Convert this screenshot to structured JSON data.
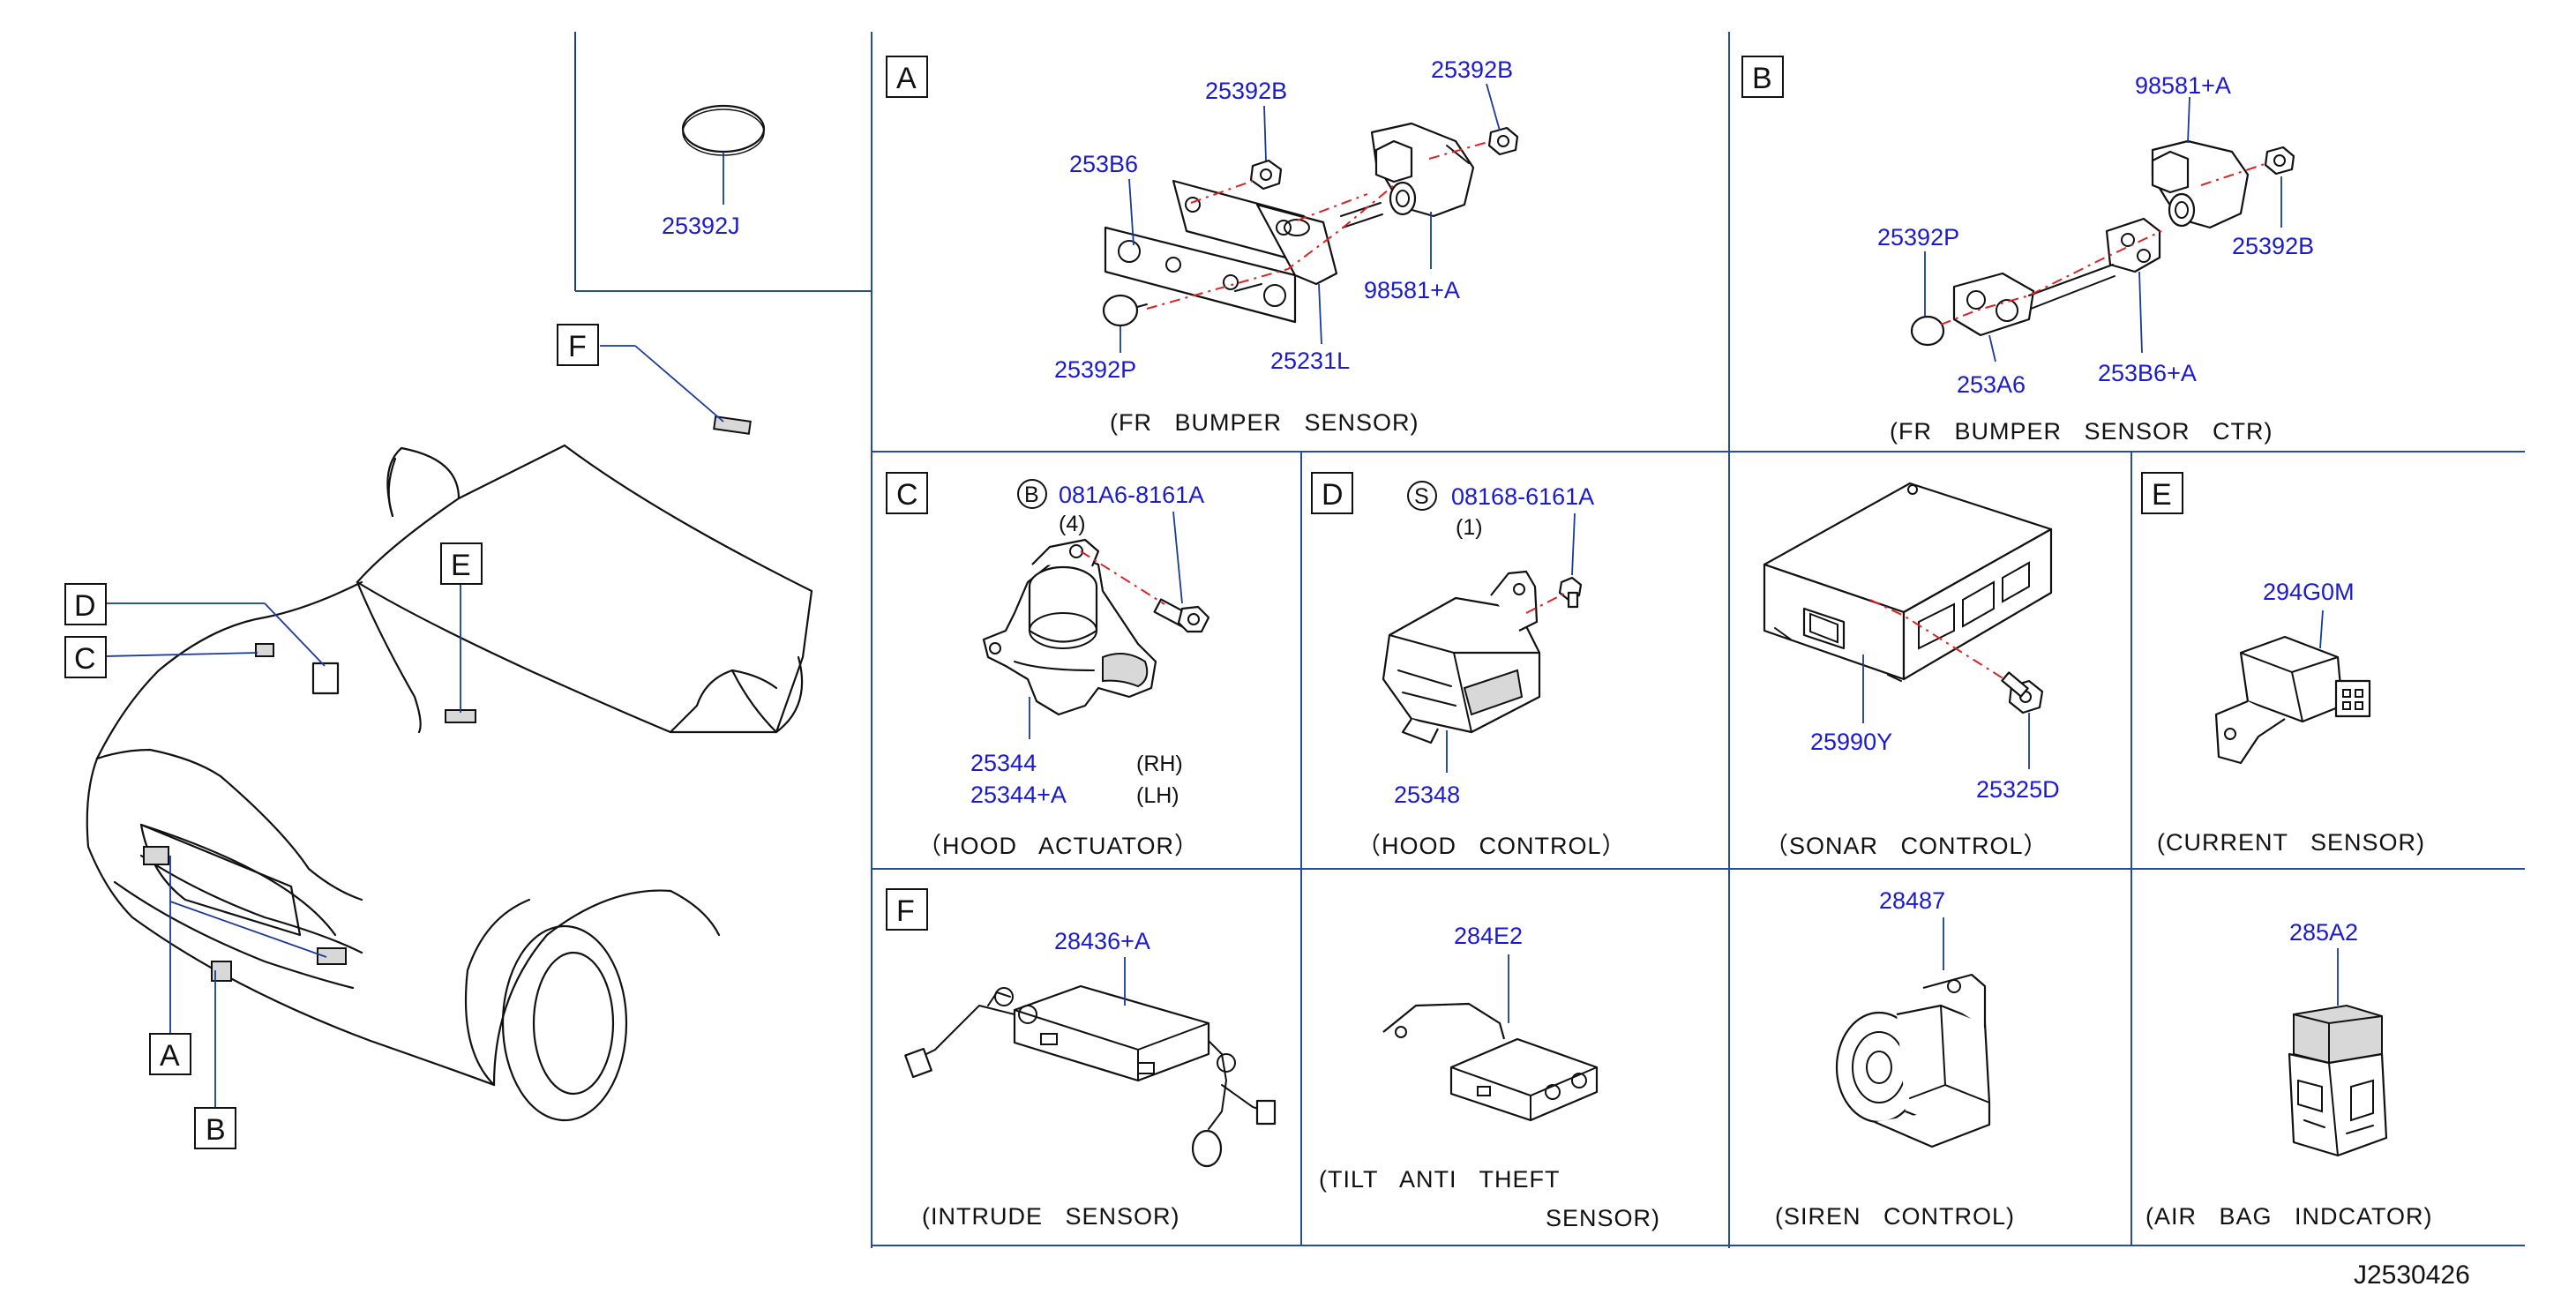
{
  "diagram_id": "J2530426",
  "panels": {
    "top": {
      "parts": [
        "25392J"
      ]
    },
    "A": {
      "letter": "A",
      "caption": "(FR   BUMPER   SENSOR)",
      "parts": {
        "p1": "25392B",
        "p2": "25392B",
        "p3": "253B6",
        "p4": "98581+A",
        "p5": "25392P",
        "p6": "25231L"
      }
    },
    "B": {
      "letter": "B",
      "caption": "(FR   BUMPER   SENSOR   CTR)",
      "parts": {
        "p1": "98581+A",
        "p2": "25392P",
        "p3": "25392B",
        "p4": "253A6",
        "p5": "253B6+A"
      }
    },
    "C": {
      "letter": "C",
      "caption": "（HOOD   ACTUATOR）",
      "bolt_code": "B",
      "bolt": "081A6-8161A",
      "bolt_qty": "(4)",
      "part_rh": "25344",
      "part_lh": "25344+A",
      "rh": "(RH)",
      "lh": "(LH)"
    },
    "D": {
      "letter": "D",
      "caption": "（HOOD   CONTROL）",
      "bolt_code": "S",
      "bolt": "08168-6161A",
      "bolt_qty": "(1)",
      "part": "25348"
    },
    "sonar": {
      "caption": "（SONAR   CONTROL）",
      "part1": "25990Y",
      "part2": "25325D"
    },
    "E": {
      "letter": "E",
      "caption": "(CURRENT   SENSOR)",
      "part": "294G0M"
    },
    "F": {
      "letter": "F",
      "caption": "(INTRUDE   SENSOR)",
      "part": "28436+A"
    },
    "tilt": {
      "caption1": "(TILT   ANTI   THEFT",
      "caption2": "SENSOR)",
      "part": "284E2"
    },
    "siren": {
      "caption": "(SIREN   CONTROL)",
      "part": "28487"
    },
    "airbag": {
      "caption": "(AIR   BAG   INDCATOR)",
      "part": "285A2"
    }
  },
  "car_callouts": {
    "A": "A",
    "B": "B",
    "C": "C",
    "D": "D",
    "E": "E",
    "F": "F"
  }
}
